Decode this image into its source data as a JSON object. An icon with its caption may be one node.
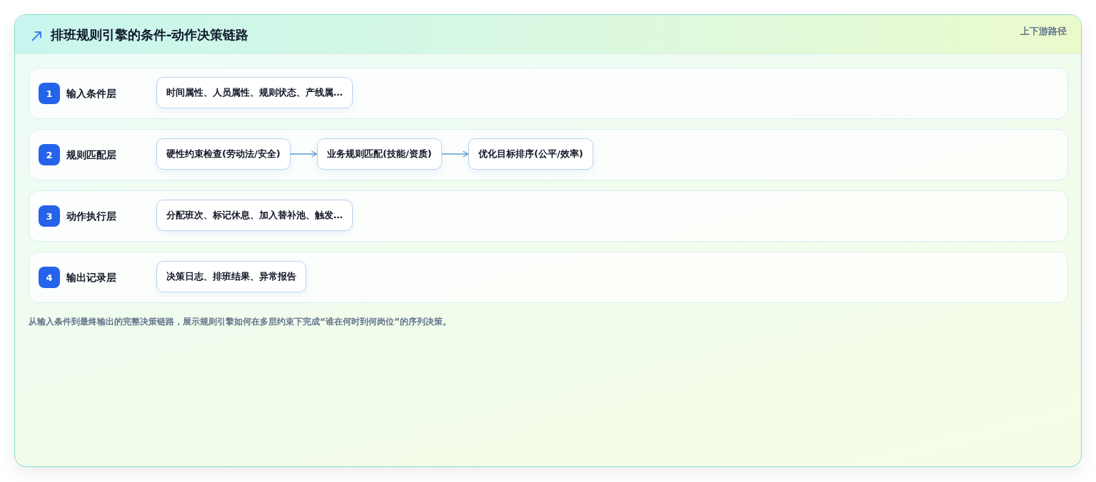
{
  "diagram": {
    "title": "排班规则引擎的条件-动作决策链路",
    "caption": "从输入条件到最终输出的完整决策链路，展示规则引擎如何在多层约束下完成“谁在何时到何岗位”的序列决策。",
    "nodes": [
      {
        "text": [
          "输入条件层"
        ]
      },
      {
        "text": [
          "1"
        ],
        "in": 0
      },
      {
        "text": [
          "时间属性、人员属性、规则状态、产线属…"
        ],
        "in": 0
      },
      {
        "text": [
          "规则匹配层"
        ]
      },
      {
        "text": [
          "2"
        ],
        "in": 3
      },
      {
        "text": [
          "硬性约束检查(劳动法/安全)"
        ],
        "in": 3
      },
      {
        "text": [
          "业务规则匹配(技能/资质)"
        ],
        "in": 3
      },
      {
        "text": [
          "优化目标排序(公平/效率)"
        ],
        "in": 3
      },
      {
        "text": [
          "动作执行层"
        ]
      },
      {
        "text": [
          "3"
        ],
        "in": 8
      },
      {
        "text": [
          "分配班次、标记休息、加入替补池、触发…"
        ],
        "in": 8
      },
      {
        "text": [
          "输出记录层"
        ]
      },
      {
        "text": [
          "4"
        ],
        "in": 11
      },
      {
        "text": [
          "决策日志、排班结果、异常报告"
        ],
        "in": 11
      }
    ],
    "edges": [
      {
        "from": 5,
        "to": 6,
        "arrow": "to"
      },
      {
        "from": 6,
        "to": 7,
        "arrow": "to"
      }
    ],
    "labels": [
      "上下游路径"
    ]
  }
}
